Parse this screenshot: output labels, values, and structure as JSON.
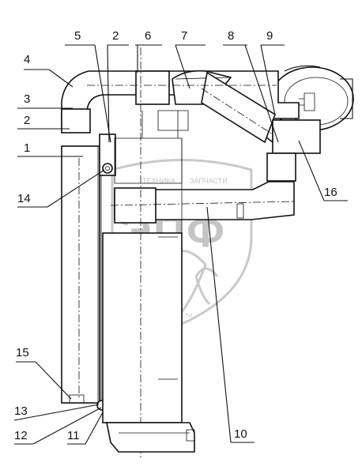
{
  "diagram": {
    "callouts": [
      "1",
      "2",
      "2",
      "3",
      "4",
      "5",
      "6",
      "7",
      "8",
      "9",
      "10",
      "11",
      "12",
      "13",
      "14",
      "15",
      "16"
    ]
  },
  "watermark": {
    "line1": "ТЕХНИКА",
    "line2": "ЗАПЧАСТИ",
    "letters": "ЭПФ",
    "bottom_text": "ЗАПЧАСТИ"
  }
}
